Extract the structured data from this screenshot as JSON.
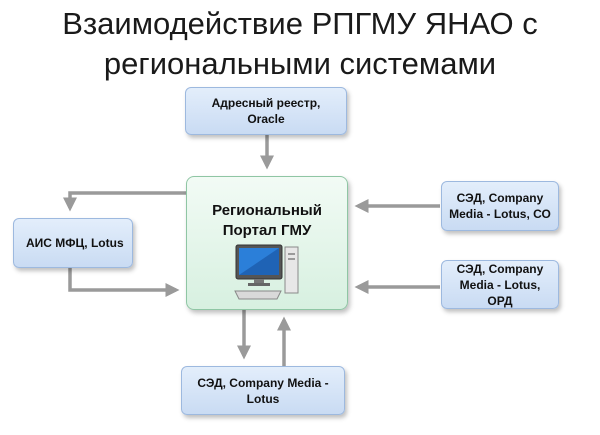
{
  "title": "Взаимодействие РПГМУ ЯНАО с региональными системами",
  "nodes": {
    "address_registry": "Адресный реестр, Oracle",
    "portal": "Региональный Портал ГМУ",
    "ais_mfc": "АИС МФЦ, Lotus",
    "sed_co": "СЭД, Company Media - Lotus, СО",
    "sed_ord": "СЭД, Company Media - Lotus, ОРД",
    "sed_bottom": "СЭД, Company Media - Lotus"
  },
  "icons": {
    "portal": "desktop-computer-icon"
  },
  "colors": {
    "node_fill": "#d6e4f7",
    "portal_fill": "#dff3e6",
    "arrow": "#9a9a9a"
  }
}
